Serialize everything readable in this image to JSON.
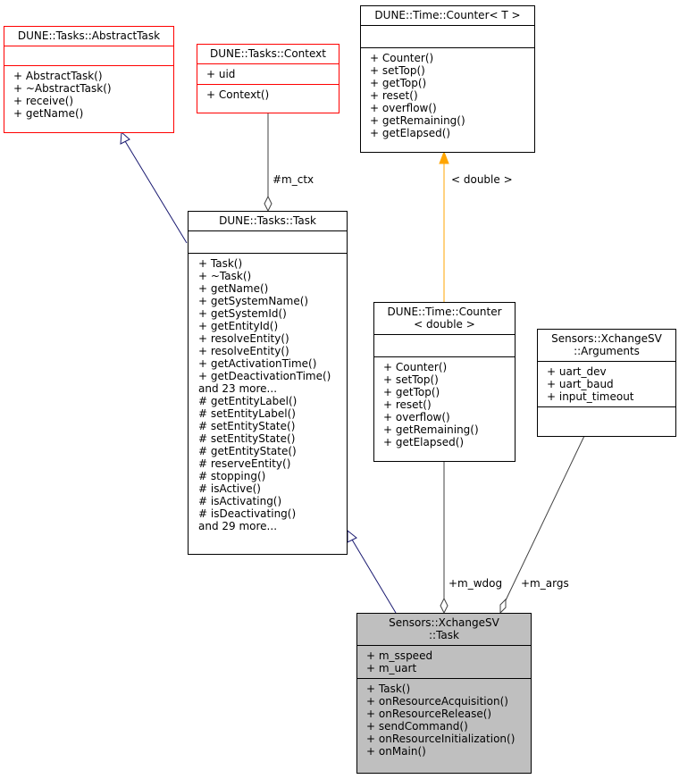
{
  "classes": {
    "abstract_task": {
      "title": [
        "DUNE::Tasks::AbstractTask"
      ],
      "attributes": [],
      "methods": [
        "+ AbstractTask()",
        "+ ~AbstractTask()",
        "+ receive()",
        "+ getName()"
      ]
    },
    "context": {
      "title": [
        "DUNE::Tasks::Context"
      ],
      "attributes": [
        "+ uid"
      ],
      "methods": [
        "+ Context()"
      ]
    },
    "counter_t": {
      "title": [
        "DUNE::Time::Counter< T >"
      ],
      "attributes": [],
      "methods": [
        "+ Counter()",
        "+ setTop()",
        "+ getTop()",
        "+ reset()",
        "+ overflow()",
        "+ getRemaining()",
        "+ getElapsed()"
      ]
    },
    "task": {
      "title": [
        "DUNE::Tasks::Task"
      ],
      "attributes": [],
      "methods": [
        "+ Task()",
        "+ ~Task()",
        "+ getName()",
        "+ getSystemName()",
        "+ getSystemId()",
        "+ getEntityId()",
        "+ resolveEntity()",
        "+ resolveEntity()",
        "+ getActivationTime()",
        "+ getDeactivationTime()",
        "and 23 more...",
        "# getEntityLabel()",
        "# setEntityLabel()",
        "# setEntityState()",
        "# setEntityState()",
        "# getEntityState()",
        "# reserveEntity()",
        "# stopping()",
        "# isActive()",
        "# isActivating()",
        "# isDeactivating()",
        "and 29 more..."
      ]
    },
    "counter_double": {
      "title": [
        "DUNE::Time::Counter",
        "< double >"
      ],
      "attributes": [],
      "methods": [
        "+ Counter()",
        "+ setTop()",
        "+ getTop()",
        "+ reset()",
        "+ overflow()",
        "+ getRemaining()",
        "+ getElapsed()"
      ]
    },
    "arguments": {
      "title": [
        "Sensors::XchangeSV",
        "::Arguments"
      ],
      "attributes": [
        "+ uart_dev",
        "+ uart_baud",
        "+ input_timeout"
      ],
      "methods": []
    },
    "xchange_task": {
      "title": [
        "Sensors::XchangeSV",
        "::Task"
      ],
      "attributes": [
        "+ m_sspeed",
        "+ m_uart"
      ],
      "methods": [
        "+ Task()",
        "+ onResourceAcquisition()",
        "+ onResourceRelease()",
        "+ sendCommand()",
        "+ onResourceInitialization()",
        "+ onMain()"
      ]
    }
  },
  "edge_labels": {
    "m_ctx": "#m_ctx",
    "template_arg": "< double >",
    "m_wdog": "+m_wdog",
    "m_args": "+m_args"
  },
  "colors": {
    "inheritance": "#191970",
    "template": "#ffa500",
    "usage": "#404040",
    "highlight_fill": "#bfbfbf",
    "border_red": "#ff0000"
  }
}
